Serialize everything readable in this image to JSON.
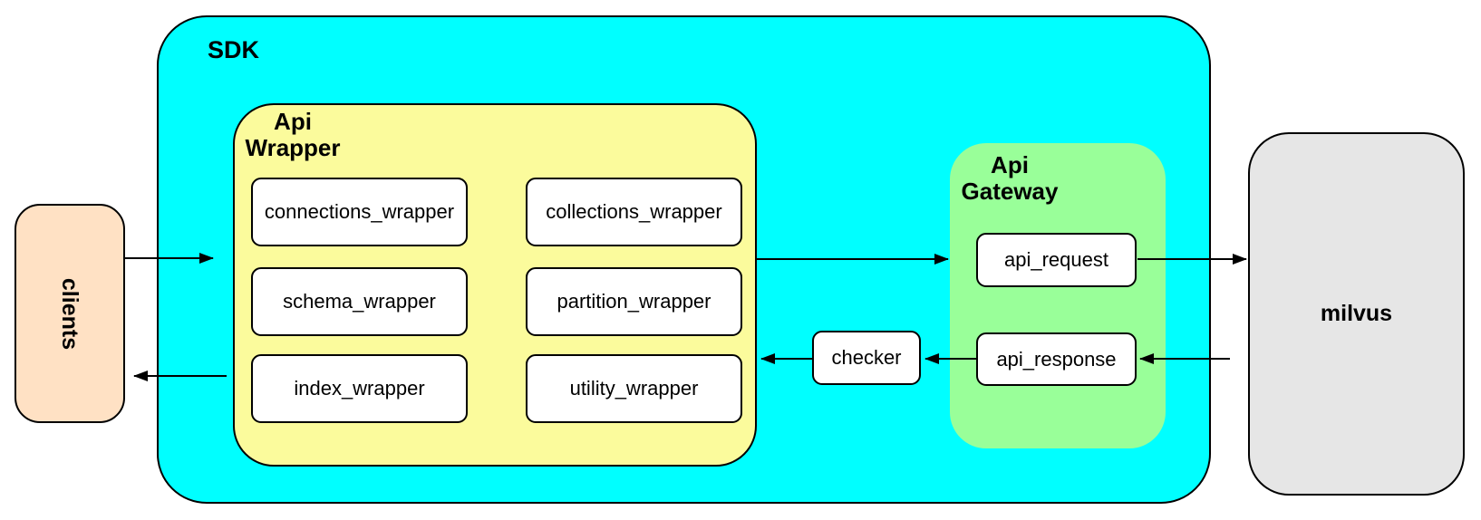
{
  "nodes": {
    "clients": {
      "label": "clients"
    },
    "sdk": {
      "label": "SDK"
    },
    "api_wrapper": {
      "line1": "Api",
      "line2": "Wrapper"
    },
    "wrappers": [
      "connections_wrapper",
      "collections_wrapper",
      "schema_wrapper",
      "partition_wrapper",
      "index_wrapper",
      "utility_wrapper"
    ],
    "api_gateway": {
      "line1": "Api",
      "line2": "Gateway"
    },
    "api_request": {
      "label": "api_request"
    },
    "api_response": {
      "label": "api_response"
    },
    "checker": {
      "label": "checker"
    },
    "milvus": {
      "label": "milvus"
    }
  },
  "edges": [
    {
      "from": "clients",
      "to": "sdk"
    },
    {
      "from": "api_wrapper",
      "to": "api_gateway"
    },
    {
      "from": "api_request",
      "to": "milvus"
    },
    {
      "from": "milvus",
      "to": "api_response"
    },
    {
      "from": "api_response",
      "to": "checker"
    },
    {
      "from": "checker",
      "to": "api_wrapper"
    },
    {
      "from": "api_wrapper",
      "to": "clients"
    }
  ],
  "colors": {
    "sdk_fill": "#00FFFF",
    "api_wrapper_fill": "#FBFB9C",
    "api_gateway_fill": "#99FF99",
    "clients_fill": "#FFE1C4",
    "milvus_fill": "#E6E6E6",
    "node_fill": "#FFFFFF",
    "stroke": "#000000",
    "background": "#FFFFFF"
  }
}
